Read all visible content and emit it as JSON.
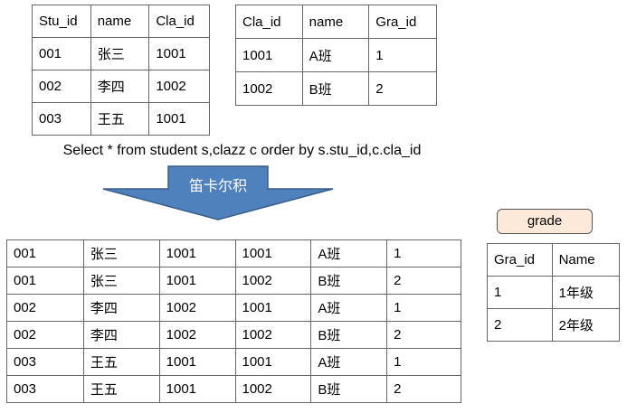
{
  "student_table": {
    "header": [
      "Stu_id",
      "name",
      "Cla_id"
    ],
    "rows": [
      [
        "001",
        "张三",
        "1001"
      ],
      [
        "002",
        "李四",
        "1002"
      ],
      [
        "003",
        "王五",
        "1001"
      ]
    ]
  },
  "clazz_table": {
    "header": [
      "Cla_id",
      "name",
      "Gra_id"
    ],
    "rows": [
      [
        "1001",
        "A班",
        "1"
      ],
      [
        "1002",
        "B班",
        "2"
      ]
    ]
  },
  "sql": "Select * from student s,clazz c order by s.stu_id,c.cla_id",
  "arrow_label": "笛卡尔积",
  "result_table": {
    "rows": [
      [
        "001",
        "张三",
        "1001",
        "1001",
        "A班",
        "1"
      ],
      [
        "001",
        "张三",
        "1001",
        "1002",
        "B班",
        "2"
      ],
      [
        "002",
        "李四",
        "1002",
        "1001",
        "A班",
        "1"
      ],
      [
        "002",
        "李四",
        "1002",
        "1002",
        "B班",
        "2"
      ],
      [
        "003",
        "王五",
        "1001",
        "1001",
        "A班",
        "1"
      ],
      [
        "003",
        "王五",
        "1001",
        "1002",
        "B班",
        "2"
      ]
    ]
  },
  "grade_table": {
    "label": "grade",
    "header": [
      "Gra_id",
      "Name"
    ],
    "rows": [
      [
        "1",
        "1年级"
      ],
      [
        "2",
        "2年级"
      ]
    ]
  },
  "colors": {
    "arrow_fill": "#4f81bd",
    "arrow_stroke": "#385d8a",
    "label_fill": "#fde9d9",
    "border": "#666666"
  }
}
